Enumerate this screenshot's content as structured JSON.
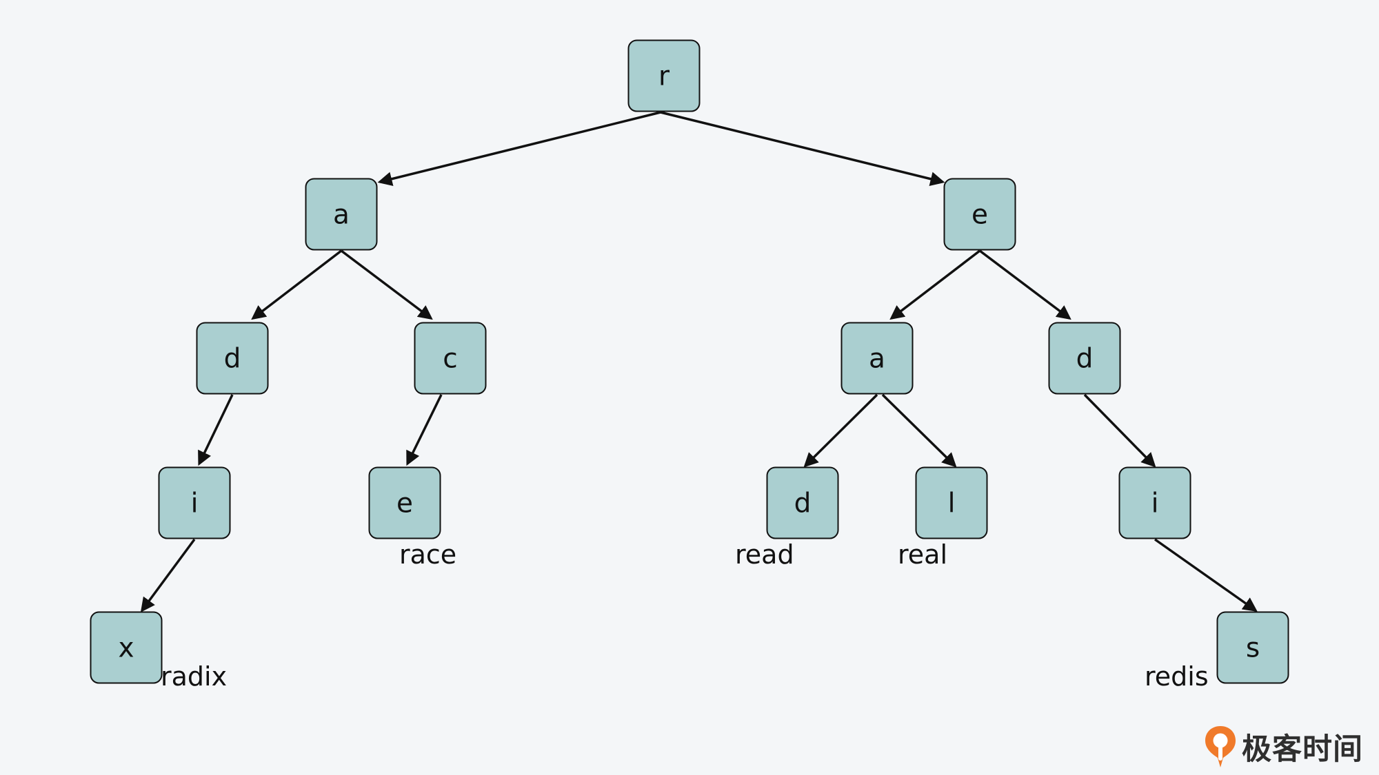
{
  "diagram": {
    "nodes": [
      {
        "id": "root",
        "label": "r"
      },
      {
        "id": "a1",
        "label": "a"
      },
      {
        "id": "e1",
        "label": "e"
      },
      {
        "id": "d1",
        "label": "d"
      },
      {
        "id": "c1",
        "label": "c"
      },
      {
        "id": "a2",
        "label": "a"
      },
      {
        "id": "d2",
        "label": "d"
      },
      {
        "id": "i1",
        "label": "i"
      },
      {
        "id": "e2",
        "label": "e"
      },
      {
        "id": "d3",
        "label": "d"
      },
      {
        "id": "l1",
        "label": "l"
      },
      {
        "id": "i2",
        "label": "i"
      },
      {
        "id": "x1",
        "label": "x"
      },
      {
        "id": "s1",
        "label": "s"
      }
    ],
    "edges": [
      {
        "from": "root",
        "to": "a1"
      },
      {
        "from": "root",
        "to": "e1"
      },
      {
        "from": "a1",
        "to": "d1"
      },
      {
        "from": "a1",
        "to": "c1"
      },
      {
        "from": "e1",
        "to": "a2"
      },
      {
        "from": "e1",
        "to": "d2"
      },
      {
        "from": "d1",
        "to": "i1"
      },
      {
        "from": "c1",
        "to": "e2"
      },
      {
        "from": "a2",
        "to": "d3"
      },
      {
        "from": "a2",
        "to": "l1"
      },
      {
        "from": "d2",
        "to": "i2"
      },
      {
        "from": "i1",
        "to": "x1"
      },
      {
        "from": "i2",
        "to": "s1"
      }
    ],
    "words": [
      {
        "node": "x1",
        "text": "radix"
      },
      {
        "node": "e2",
        "text": "race"
      },
      {
        "node": "d3",
        "text": "read"
      },
      {
        "node": "l1",
        "text": "real"
      },
      {
        "node": "s1",
        "text": "redis"
      }
    ]
  },
  "colors": {
    "background": "#f4f6f8",
    "node_fill": "#aacfd0",
    "stroke": "#111111",
    "logo_orange": "#f07a2a"
  },
  "brand": {
    "name": "极客时间",
    "icon": "geektime-logo-icon"
  }
}
